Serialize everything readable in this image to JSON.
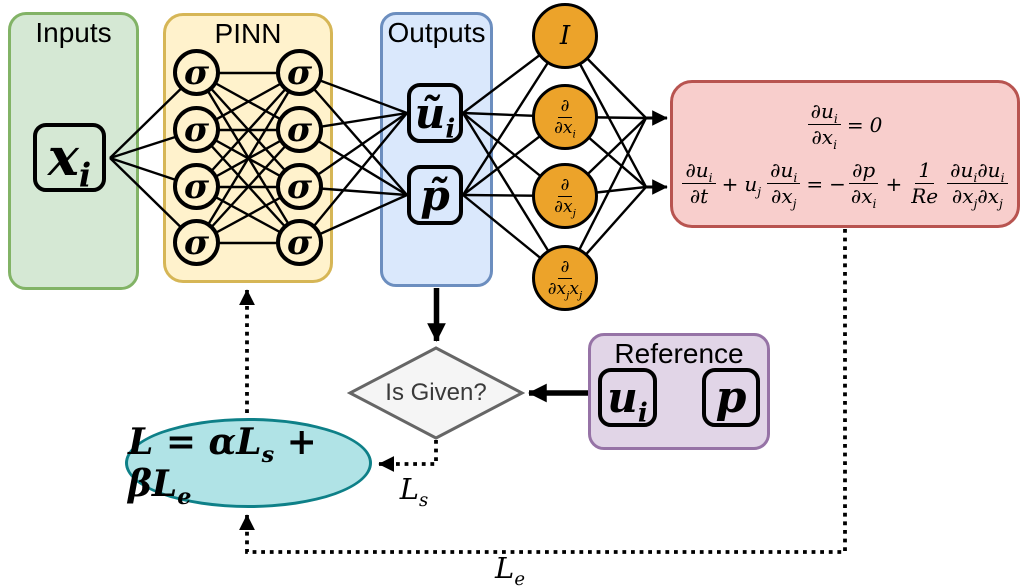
{
  "inputs": {
    "title": "Inputs",
    "node": "x_i"
  },
  "pinn": {
    "title": "PINN",
    "activation": "σ"
  },
  "outputs": {
    "title": "Outputs",
    "u": "ũ_i",
    "p": "p̃"
  },
  "operators": {
    "identity": "I",
    "d_dxi": {
      "num": "∂",
      "den": "∂x_i"
    },
    "d_dxj": {
      "num": "∂",
      "den": "∂x_j"
    },
    "d_dxjxj": {
      "num": "∂",
      "den": "∂x_jx_j"
    }
  },
  "pde": {
    "eq1": {
      "num": "∂u_i",
      "den": "∂x_i",
      "equals": "=",
      "rhs": "0"
    },
    "eq2": {
      "f1_num": "∂u_i",
      "f1_den": "∂t",
      "plus1": "+",
      "coef": "u_j",
      "f2_num": "∂u_i",
      "f2_den": "∂x_j",
      "equals": "=",
      "minus": "−",
      "f3_num": "∂p",
      "f3_den": "∂x_i",
      "plus2": "+",
      "f4_num": "1",
      "f4_den": "Re",
      "f5_num": "∂u_i∂u_i",
      "f5_den": "∂x_j∂x_j"
    }
  },
  "reference": {
    "title": "Reference",
    "u": "u_i",
    "p": "p"
  },
  "decision": {
    "label": "Is Given?"
  },
  "loss": {
    "formula": "L = αL_s + βL_e"
  },
  "edge_labels": {
    "supervised": "L_s",
    "equation": "L_e"
  },
  "colors": {
    "inputs_fill": "#d5e8d4",
    "inputs_border": "#82b366",
    "pinn_fill": "#fff2cc",
    "pinn_border": "#d6b656",
    "outputs_fill": "#dae8fc",
    "outputs_border": "#6c8ebf",
    "operator_fill": "#eca32a",
    "operator_border": "#000000",
    "pde_fill": "#f8cecc",
    "pde_border": "#b85450",
    "reference_fill": "#e1d5e7",
    "reference_border": "#9673a6",
    "decision_fill": "#f5f5f5",
    "decision_border": "#666666",
    "loss_fill": "#b0e3e6",
    "loss_border": "#0e8088",
    "line_color": "#000000"
  }
}
